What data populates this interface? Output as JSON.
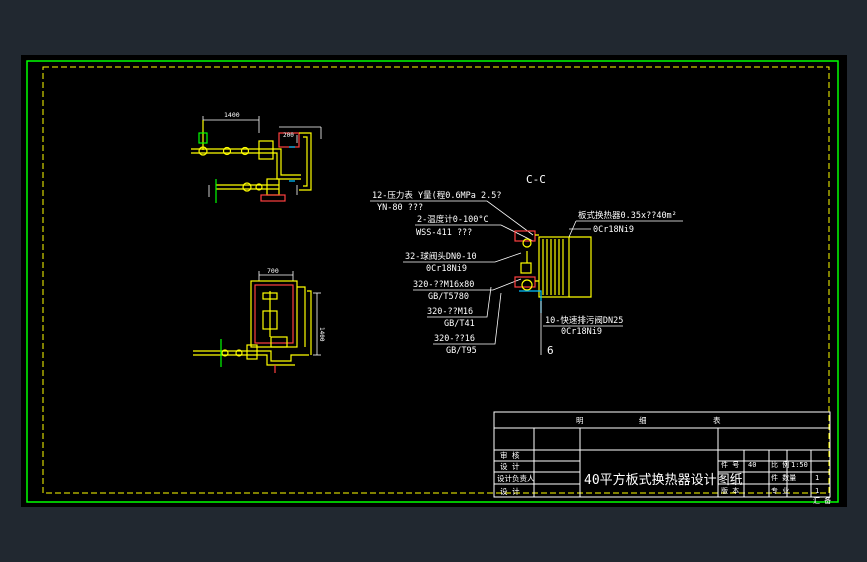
{
  "colors": {
    "background": "#212830",
    "sheet": "#000000",
    "frame": "#00ff00",
    "line": "#ffff00",
    "text": "#ffffff",
    "hatch": "#ff4040",
    "accent": "#00c0ff"
  },
  "section_label": "C-C",
  "callouts": [
    {
      "label": "12-压力表 Y量(程0.6MPa 2.5?",
      "spec": "YN-80 ???"
    },
    {
      "label": "2-温度计0-100°C",
      "spec": "WSS-411 ???"
    },
    {
      "label": "32-球阀头DN0-10",
      "spec": "0Cr18Ni9"
    },
    {
      "label": "320-??M16x80",
      "spec": "GB/T5780"
    },
    {
      "label": "320-??M16",
      "spec": "GB/T41"
    },
    {
      "label": "320-??16",
      "spec": "GB/T95"
    }
  ],
  "exchanger_label": {
    "name": "板式换热器0.35x??40m²",
    "spec": "0Cr18Ni9"
  },
  "bottom_callout": {
    "label": "10-快速排污阀DN25",
    "spec": "0Cr18Ni9",
    "number": "6"
  },
  "dims": {
    "top_width": "1400",
    "top_right": "200",
    "mid_width": "700",
    "side_height": "1400"
  },
  "title_block": {
    "header": [
      "明",
      "细",
      "表"
    ],
    "drawing_title": "40平方板式换热器设计图纸",
    "rows_left": [
      "审 核",
      "设 计",
      "设计负责人",
      "设 计"
    ],
    "rows_right": [
      "件 号",
      "比 例",
      "件 数量",
      "专 业",
      "版 本"
    ],
    "values_right": [
      "40",
      "1:50",
      "1",
      "1"
    ],
    "end_marks": [
      "汇 备"
    ]
  }
}
